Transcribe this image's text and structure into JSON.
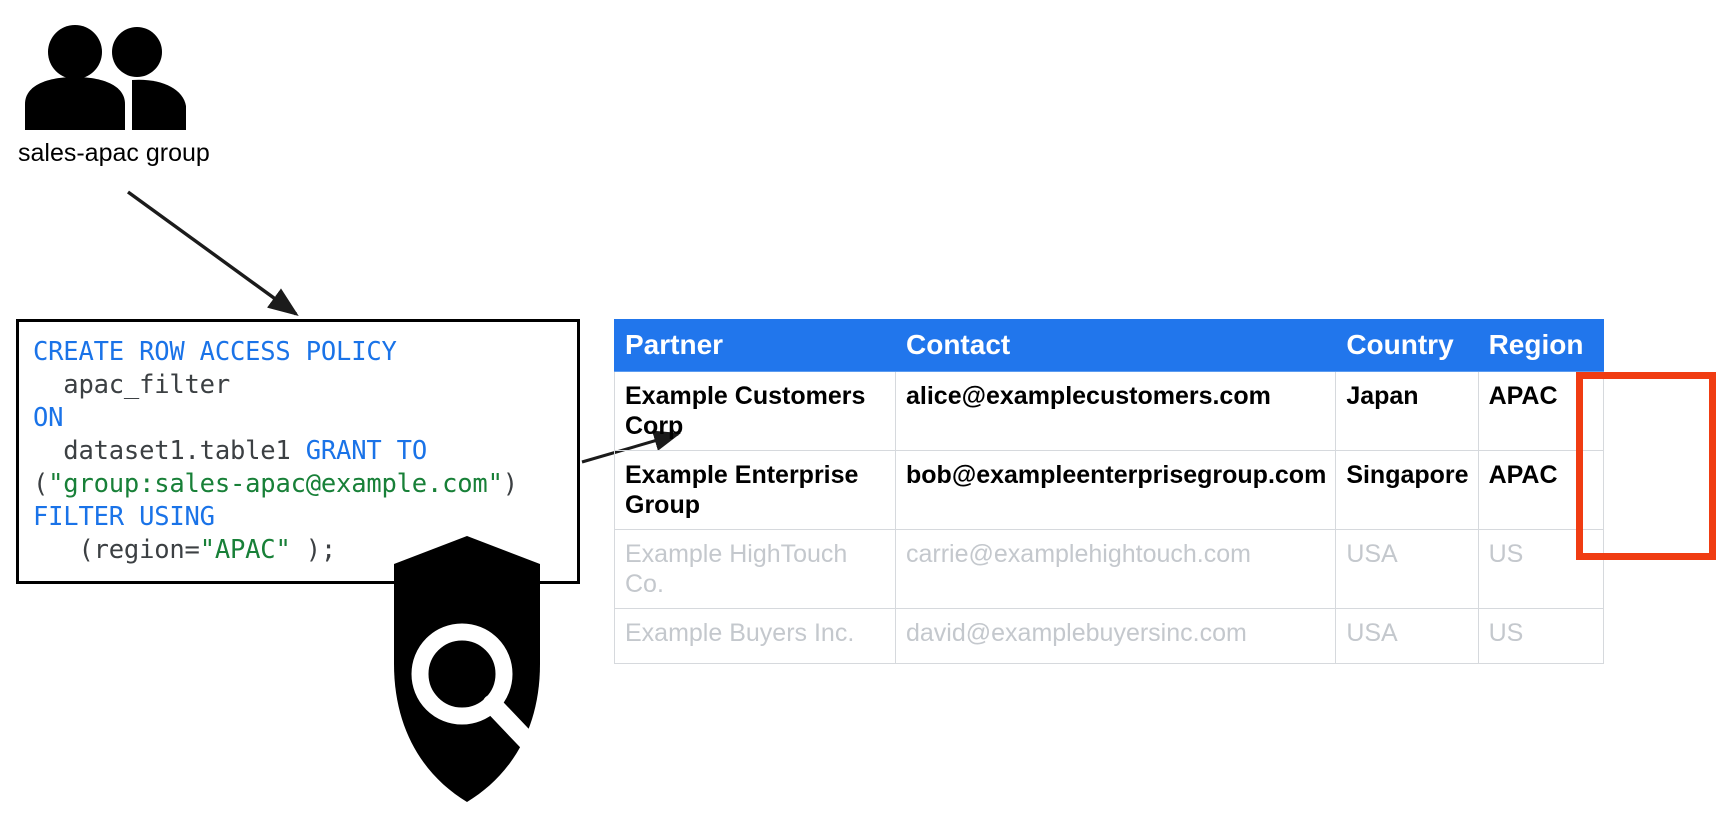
{
  "diagram": {
    "group": {
      "icon": "people-group-icon",
      "label": "sales-apac group"
    },
    "shield": {
      "icon": "shield-search-icon"
    },
    "arrows": [
      {
        "name": "arrow-group-to-policy"
      },
      {
        "name": "arrow-policy-to-table"
      }
    ]
  },
  "code": {
    "title": "row access policy sql",
    "lines": [
      [
        {
          "t": "CREATE ROW ACCESS POLICY",
          "c": "kw"
        }
      ],
      [
        {
          "t": "  apac_filter",
          "c": "pl"
        }
      ],
      [
        {
          "t": "ON",
          "c": "kw"
        }
      ],
      [
        {
          "t": "  dataset1.table1 ",
          "c": "pl"
        },
        {
          "t": "GRANT TO",
          "c": "kw"
        }
      ],
      [
        {
          "t": "(",
          "c": "pl"
        },
        {
          "t": "\"group:sales-apac@example.com\"",
          "c": "str"
        },
        {
          "t": ")",
          "c": "pl"
        }
      ],
      [
        {
          "t": "FILTER USING",
          "c": "kw"
        }
      ],
      [
        {
          "t": "   (region=",
          "c": "pl"
        },
        {
          "t": "\"APAC\"",
          "c": "str"
        },
        {
          "t": " );",
          "c": "pl"
        }
      ]
    ]
  },
  "table": {
    "name": "partner-access-table",
    "columns": [
      "Partner",
      "Contact",
      "Country",
      "Region"
    ],
    "rows": [
      {
        "state": "visible",
        "cells": [
          "Example Customers Corp",
          "alice@examplecustomers.com",
          "Japan",
          "APAC"
        ]
      },
      {
        "state": "visible",
        "cells": [
          "Example Enterprise Group",
          "bob@exampleenterprisegroup.com",
          "Singapore",
          "APAC"
        ]
      },
      {
        "state": "filtered-out",
        "cells": [
          "Example HighTouch Co.",
          "carrie@examplehightouch.com",
          "USA",
          "US"
        ]
      },
      {
        "state": "filtered-out",
        "cells": [
          "Example Buyers Inc.",
          "david@examplebuyersinc.com",
          "USA",
          "US"
        ]
      }
    ]
  },
  "colors": {
    "header_blue": "#2176ec",
    "highlight_red": "#f03c12",
    "keyword_blue": "#1a73e8",
    "string_green": "#188038",
    "muted_gray": "#c4c8cd",
    "code_text": "#3c4043"
  },
  "highlight": {
    "name": "region-apac-highlight",
    "target": "Region column APAC rows"
  }
}
